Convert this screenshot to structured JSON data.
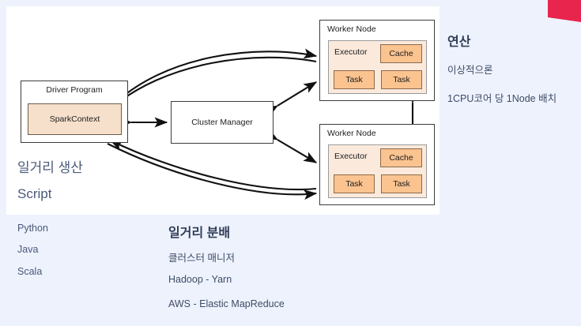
{
  "background_color": "#eef2fd",
  "accent_color": "#e8254d",
  "panel": {
    "background": "#ffffff"
  },
  "diagram": {
    "driver_program": {
      "title": "Driver Program",
      "inner_box": "SparkContext"
    },
    "cluster_manager": {
      "title": "Cluster Manager"
    },
    "worker_nodes": [
      {
        "title": "Worker Node",
        "executor": "Executor",
        "cache": "Cache",
        "tasks": [
          "Task",
          "Task"
        ]
      },
      {
        "title": "Worker Node",
        "executor": "Executor",
        "cache": "Cache",
        "tasks": [
          "Task",
          "Task"
        ]
      }
    ]
  },
  "left_column": {
    "heading": "일거리 생산",
    "subheading": "Script",
    "languages": [
      "Python",
      "Java",
      "Scala"
    ]
  },
  "middle_column": {
    "heading": "일거리 분배",
    "items": [
      "클러스터 매니저",
      "Hadoop - Yarn",
      "AWS - Elastic MapReduce"
    ]
  },
  "right_column": {
    "heading": "연산",
    "items": [
      "이상적으론",
      "1CPU코어 당 1Node 배치"
    ]
  }
}
